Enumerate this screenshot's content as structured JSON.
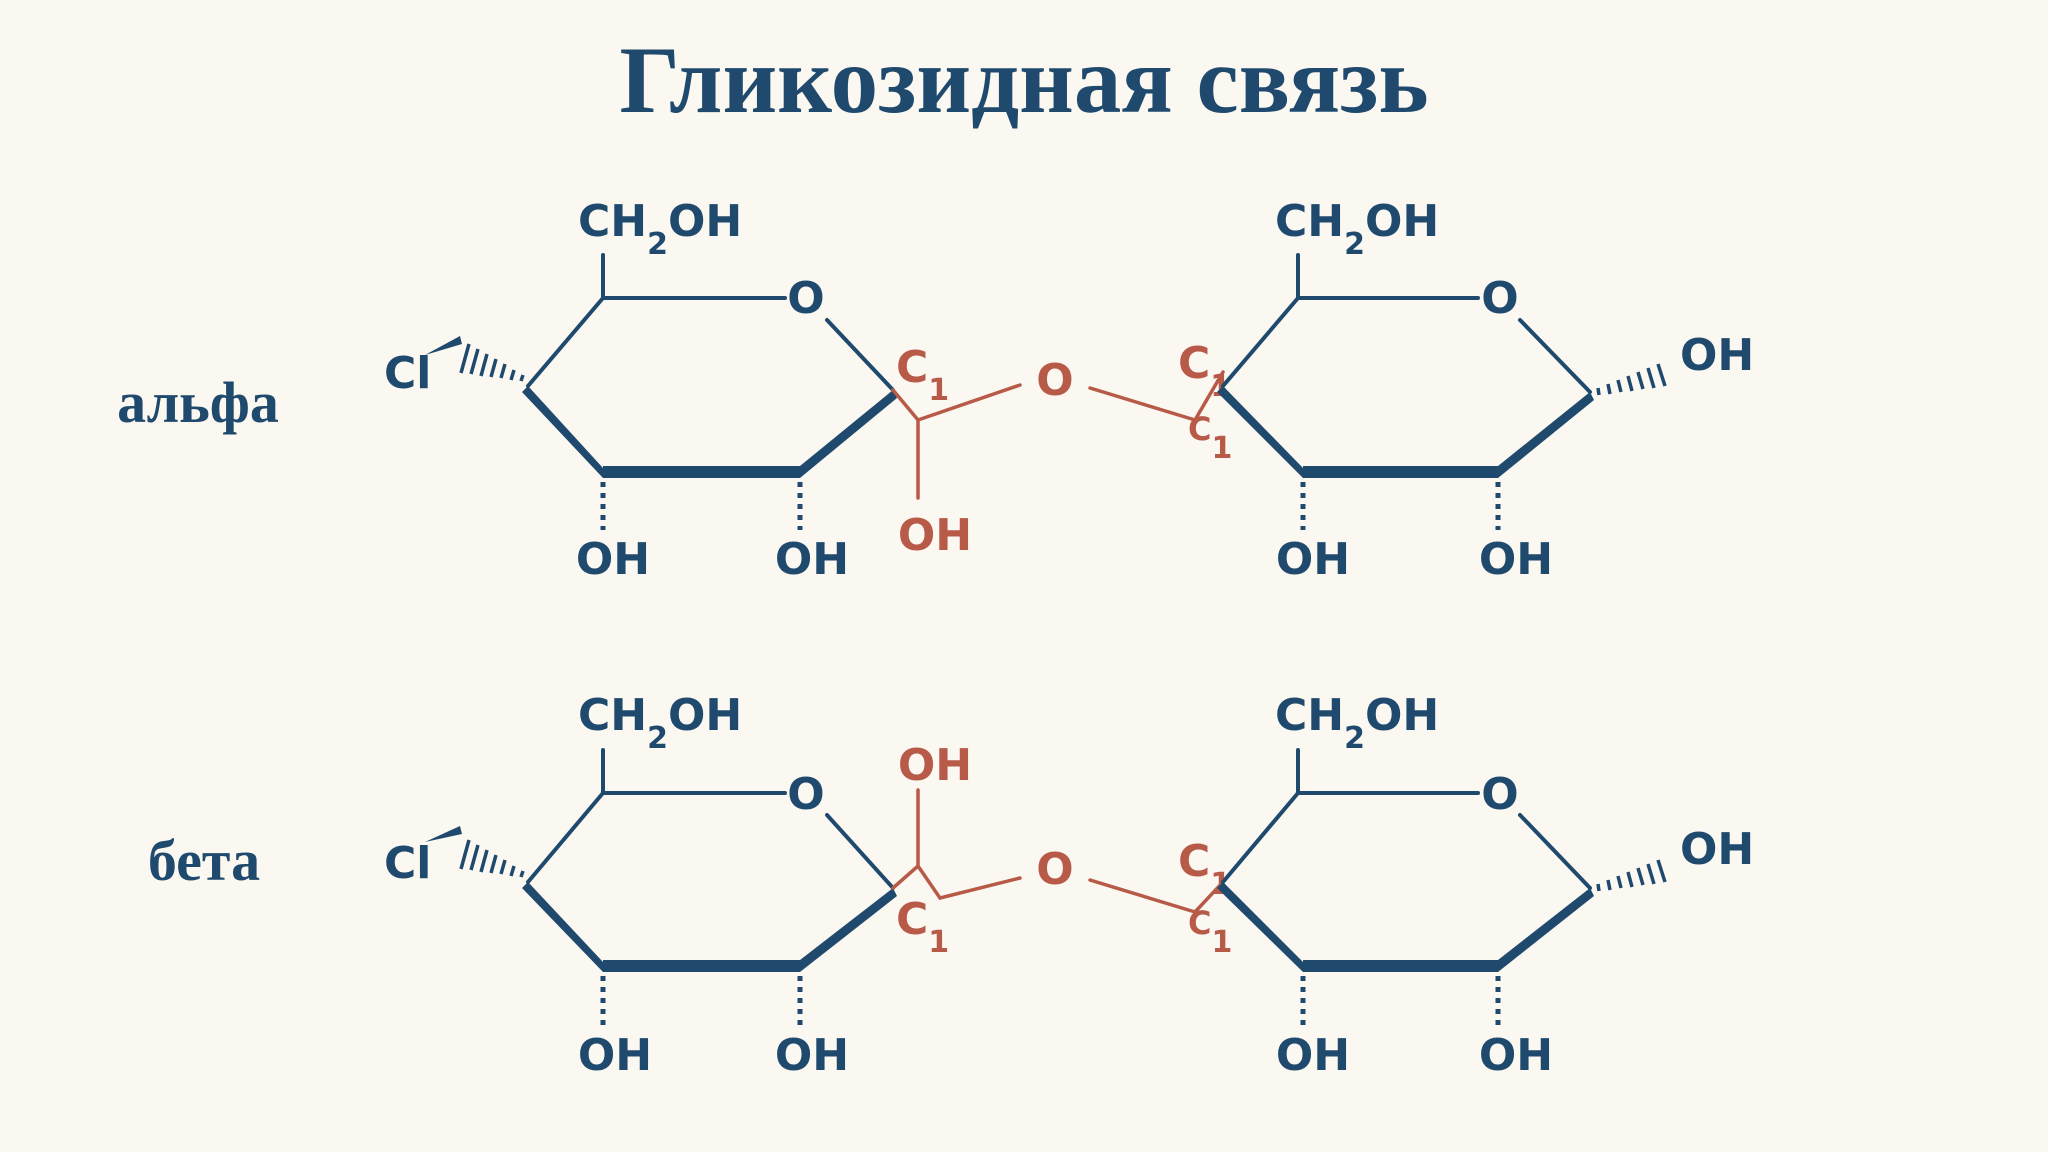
{
  "title": "Гликозидная связь",
  "rows": [
    {
      "label": "альфа",
      "ring_left": {
        "top_substituent": "CH2OH",
        "ring_oxygen": "O",
        "left_substituent": "Cl",
        "bottom_left": "OH",
        "bottom_right": "OH"
      },
      "linkage": {
        "c1_left": "C1",
        "bridge_oxygen": "O",
        "c1_right": "C1",
        "c1_right_lower": "C1",
        "anomeric_oh": "OH"
      },
      "ring_right": {
        "top_substituent": "CH2OH",
        "ring_oxygen": "O",
        "right_substituent": "OH",
        "bottom_left": "OH",
        "bottom_right": "OH"
      }
    },
    {
      "label": "бета",
      "ring_left": {
        "top_substituent": "CH2OH",
        "ring_oxygen": "O",
        "left_substituent": "Cl",
        "bottom_left": "OH",
        "bottom_right": "OH"
      },
      "linkage": {
        "c1_left": "C1",
        "bridge_oxygen": "O",
        "c1_right": "C1",
        "c1_right_lower": "C1",
        "anomeric_oh": "OH"
      },
      "ring_right": {
        "top_substituent": "CH2OH",
        "ring_oxygen": "O",
        "right_substituent": "OH",
        "bottom_left": "OH",
        "bottom_right": "OH"
      }
    }
  ],
  "colors": {
    "structure": "#1f4a6e",
    "linkage": "#b85a48",
    "background": "#fbf8f2"
  }
}
